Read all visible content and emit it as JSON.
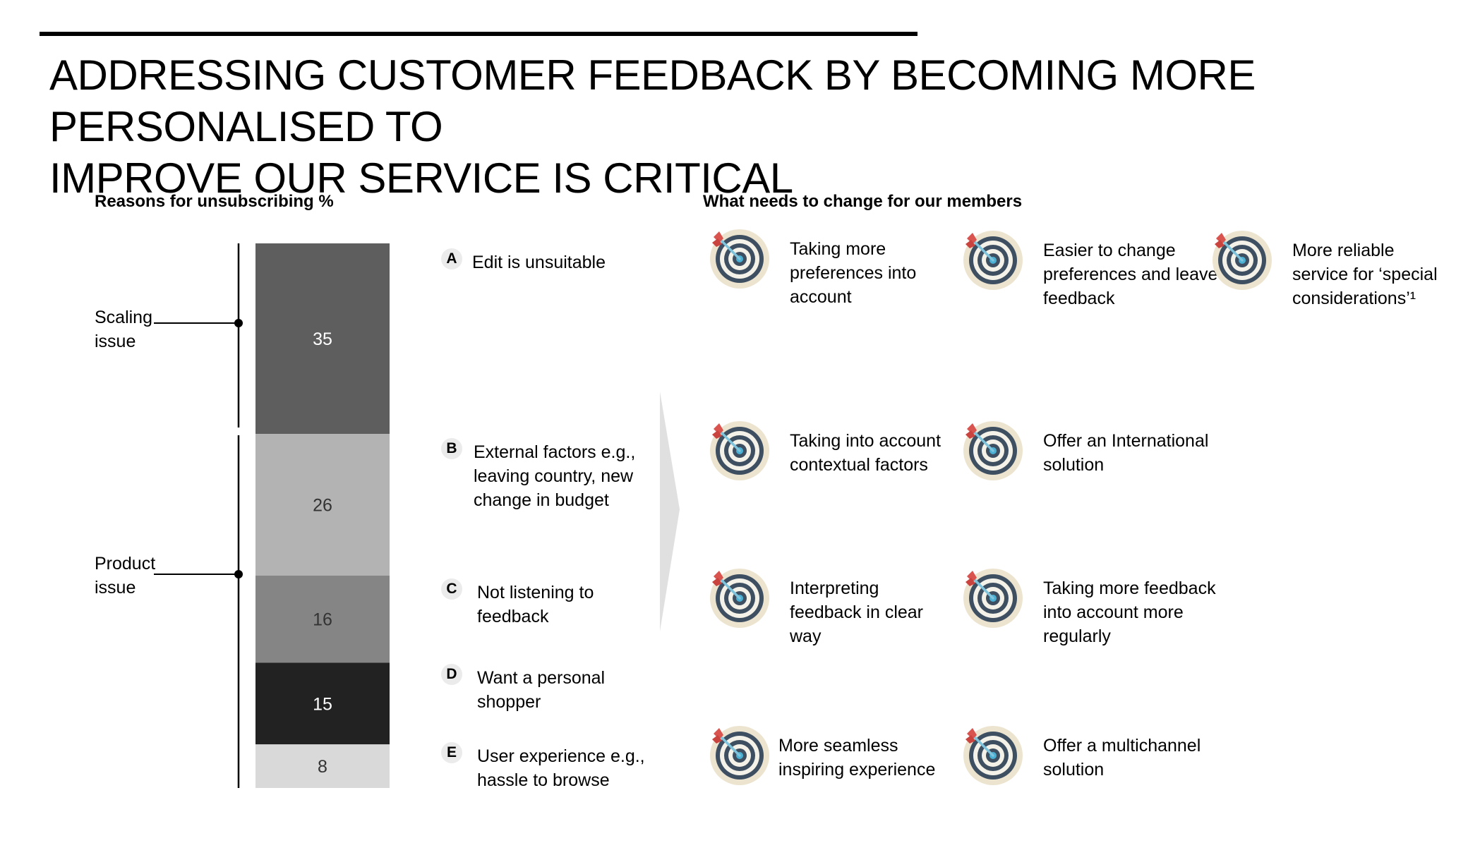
{
  "slide": {
    "title_line1": "ADDRESSING CUSTOMER FEEDBACK BY BECOMING MORE PERSONALISED TO",
    "title_line2": "IMPROVE OUR SERVICE IS CRITICAL"
  },
  "left_heading": "Reasons for unsubscribing %",
  "right_heading": "What needs to change for our members",
  "groups": [
    {
      "label": "Scaling\nissue"
    },
    {
      "label": "Product\nissue"
    }
  ],
  "chart_data": {
    "type": "bar",
    "orientation": "stacked-vertical",
    "title": "Reasons for unsubscribing %",
    "unit": "%",
    "categories": [
      "A",
      "B",
      "C",
      "D",
      "E"
    ],
    "values": [
      35,
      26,
      16,
      15,
      8
    ],
    "colors": [
      "#5e5e5e",
      "#b3b3b3",
      "#858585",
      "#222222",
      "#d9d9d9"
    ],
    "label_colors": [
      "#ffffff",
      "#333333",
      "#333333",
      "#ffffff",
      "#333333"
    ]
  },
  "reasons": [
    {
      "letter": "A",
      "text": "Edit is unsuitable"
    },
    {
      "letter": "B",
      "text": "External factors e.g.,\nleaving country, new\nchange in budget"
    },
    {
      "letter": "C",
      "text": "Not listening to\nfeedback"
    },
    {
      "letter": "D",
      "text": "Want a personal\nshopper"
    },
    {
      "letter": "E",
      "text": "User experience e.g.,\nhassle to browse"
    }
  ],
  "changes": [
    {
      "icon": "target-icon",
      "text": "Taking more\npreferences into\naccount"
    },
    {
      "icon": "target-icon",
      "text": "Easier to change\npreferences and leave\nfeedback"
    },
    {
      "icon": "target-icon",
      "text": "More reliable\nservice for ‘special\nconsiderations’¹"
    },
    {
      "icon": "target-icon",
      "text": "Taking into account\ncontextual factors"
    },
    {
      "icon": "target-icon",
      "text": "Offer an International\nsolution"
    },
    {
      "icon": "target-icon",
      "text": "Interpreting\nfeedback in clear\nway"
    },
    {
      "icon": "target-icon",
      "text": "Taking more feedback\ninto account more\nregularly"
    },
    {
      "icon": "target-icon",
      "text": "More seamless\ninspiring experience"
    },
    {
      "icon": "target-icon",
      "text": "Offer a multichannel\nsolution"
    }
  ]
}
